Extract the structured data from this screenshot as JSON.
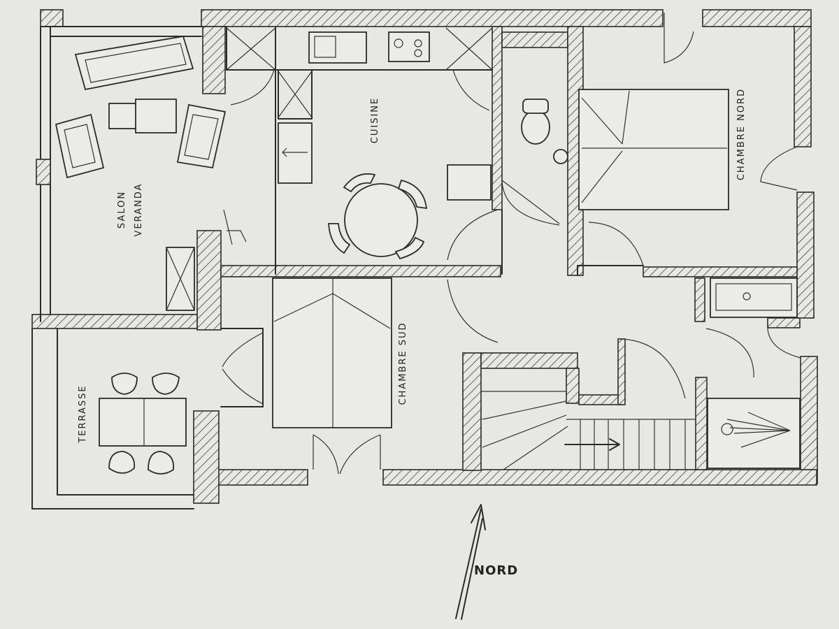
{
  "labels": {
    "salon_line1": "SALON",
    "salon_line2": "VERANDA",
    "cuisine": "CUISINE",
    "chambre_nord": "CHAMBRE NORD",
    "chambre_sud": "CHAMBRE SUD",
    "terrasse": "TERRASSE",
    "nord": "NORD"
  },
  "colors": {
    "paper": "#e7e7e4",
    "ink": "#2b2b2b"
  }
}
